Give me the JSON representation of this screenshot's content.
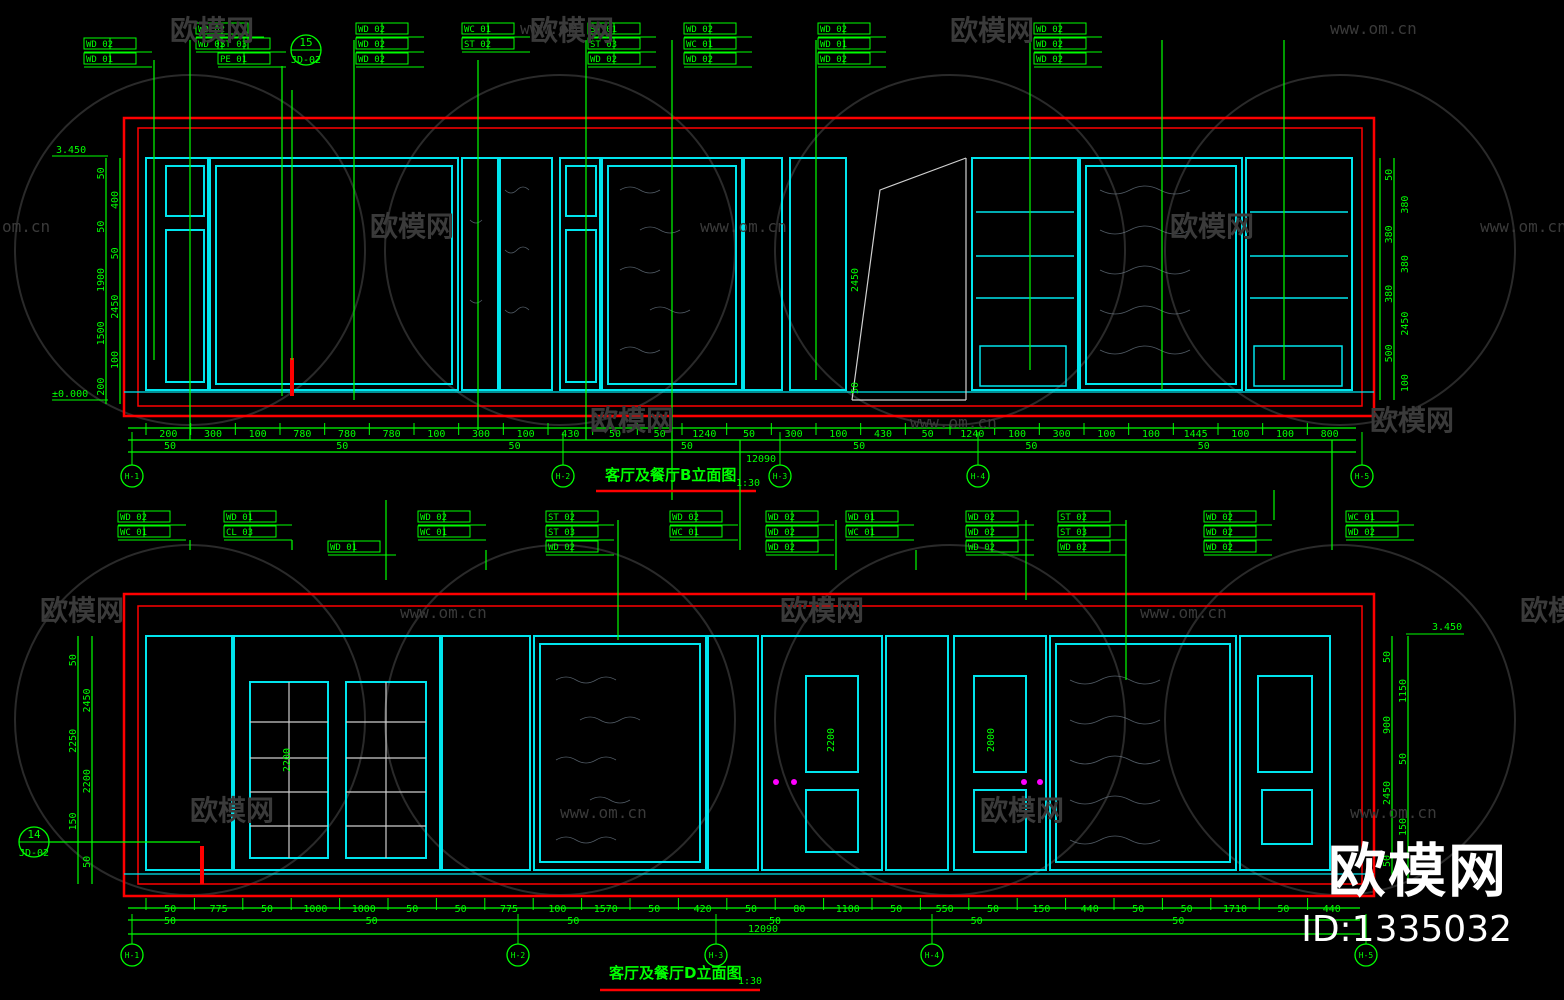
{
  "watermark": {
    "brand": "欧模网",
    "url": "www.om.cn",
    "fragment": "om.cn",
    "id_text": "ID:1335032"
  },
  "colors": {
    "background": "#000000",
    "wall": "#ff0000",
    "panel": "#00e5ee",
    "dim": "#00ff00",
    "text": "#00ff00",
    "cursor": "#ff00ff"
  },
  "elevation_b": {
    "title": "客厅及餐厅B立面图",
    "scale": "1:30",
    "callout": {
      "number": "15",
      "sheet": "JD-02"
    },
    "level_top": "3.450",
    "level_bottom": "±0.000",
    "bottom_dims": [
      "200",
      "300",
      "100",
      "780",
      "780",
      "780",
      "100",
      "300",
      "100",
      "430",
      "50",
      "50",
      "1240",
      "50",
      "300",
      "100",
      "430",
      "50",
      "1240",
      "100",
      "300",
      "100",
      "100",
      "1445",
      "100",
      "100",
      "800"
    ],
    "bottom_dims_row2": [
      "50",
      "50",
      "50",
      "50",
      "50",
      "50",
      "50"
    ],
    "overall": "12090",
    "left_dims": [
      "50",
      "400",
      "50",
      "50",
      "1900",
      "2450",
      "1500",
      "100",
      "200"
    ],
    "right_dims": [
      "50",
      "380",
      "380",
      "380",
      "380",
      "2450",
      "500",
      "100"
    ],
    "mid_dims": [
      "2450",
      "50"
    ],
    "grid_axes": [
      "H-1",
      "H-2",
      "H-3",
      "H-4",
      "H-5"
    ],
    "tags": [
      "WD 02",
      "WD 01",
      "WD 02",
      "WD 02",
      "ST 03",
      "PE 01",
      "WD 02",
      "WD 02",
      "WD 02",
      "WC 01",
      "ST 02",
      "ST 01",
      "ST 03",
      "WD 02",
      "WD 02",
      "WC 01",
      "WD 02",
      "WD 02",
      "WD 01",
      "WD 02",
      "WD 02",
      "WD 02",
      "WD 02"
    ]
  },
  "elevation_d": {
    "title": "客厅及餐厅D立面图",
    "scale": "1:30",
    "callout": {
      "number": "14",
      "sheet": "JD-02"
    },
    "level_top": "3.450",
    "bottom_dims": [
      "50",
      "775",
      "50",
      "1000",
      "1000",
      "50",
      "50",
      "775",
      "100",
      "1570",
      "50",
      "420",
      "50",
      "80",
      "1100",
      "50",
      "550",
      "50",
      "150",
      "440",
      "50",
      "50",
      "1710",
      "50",
      "440"
    ],
    "bottom_dims_row2": [
      "50",
      "50",
      "50",
      "50",
      "50",
      "50"
    ],
    "overall": "12090",
    "left_dims": [
      "50",
      "2450",
      "2250",
      "2200",
      "150",
      "50"
    ],
    "right_dims": [
      "50",
      "1150",
      "900",
      "50",
      "2450",
      "150",
      "50"
    ],
    "door_dims": [
      "2200",
      "2200",
      "2000"
    ],
    "grid_axes": [
      "H-1",
      "H-2",
      "H-3",
      "H-4",
      "H-5"
    ],
    "tags": [
      "WD 02",
      "WC 01",
      "WD 01",
      "CL 03",
      "WD 01",
      "WD 02",
      "WC 01",
      "ST 02",
      "ST 03",
      "WD 02",
      "WD 02",
      "WC 01",
      "WD 02",
      "WD 02",
      "WD 02",
      "WD 01",
      "WC 01",
      "WD 02",
      "WD 02",
      "WD 02",
      "ST 02",
      "ST 03",
      "WD 02",
      "WD 02",
      "WD 02",
      "WD 02",
      "WC 01",
      "WD 02"
    ]
  }
}
